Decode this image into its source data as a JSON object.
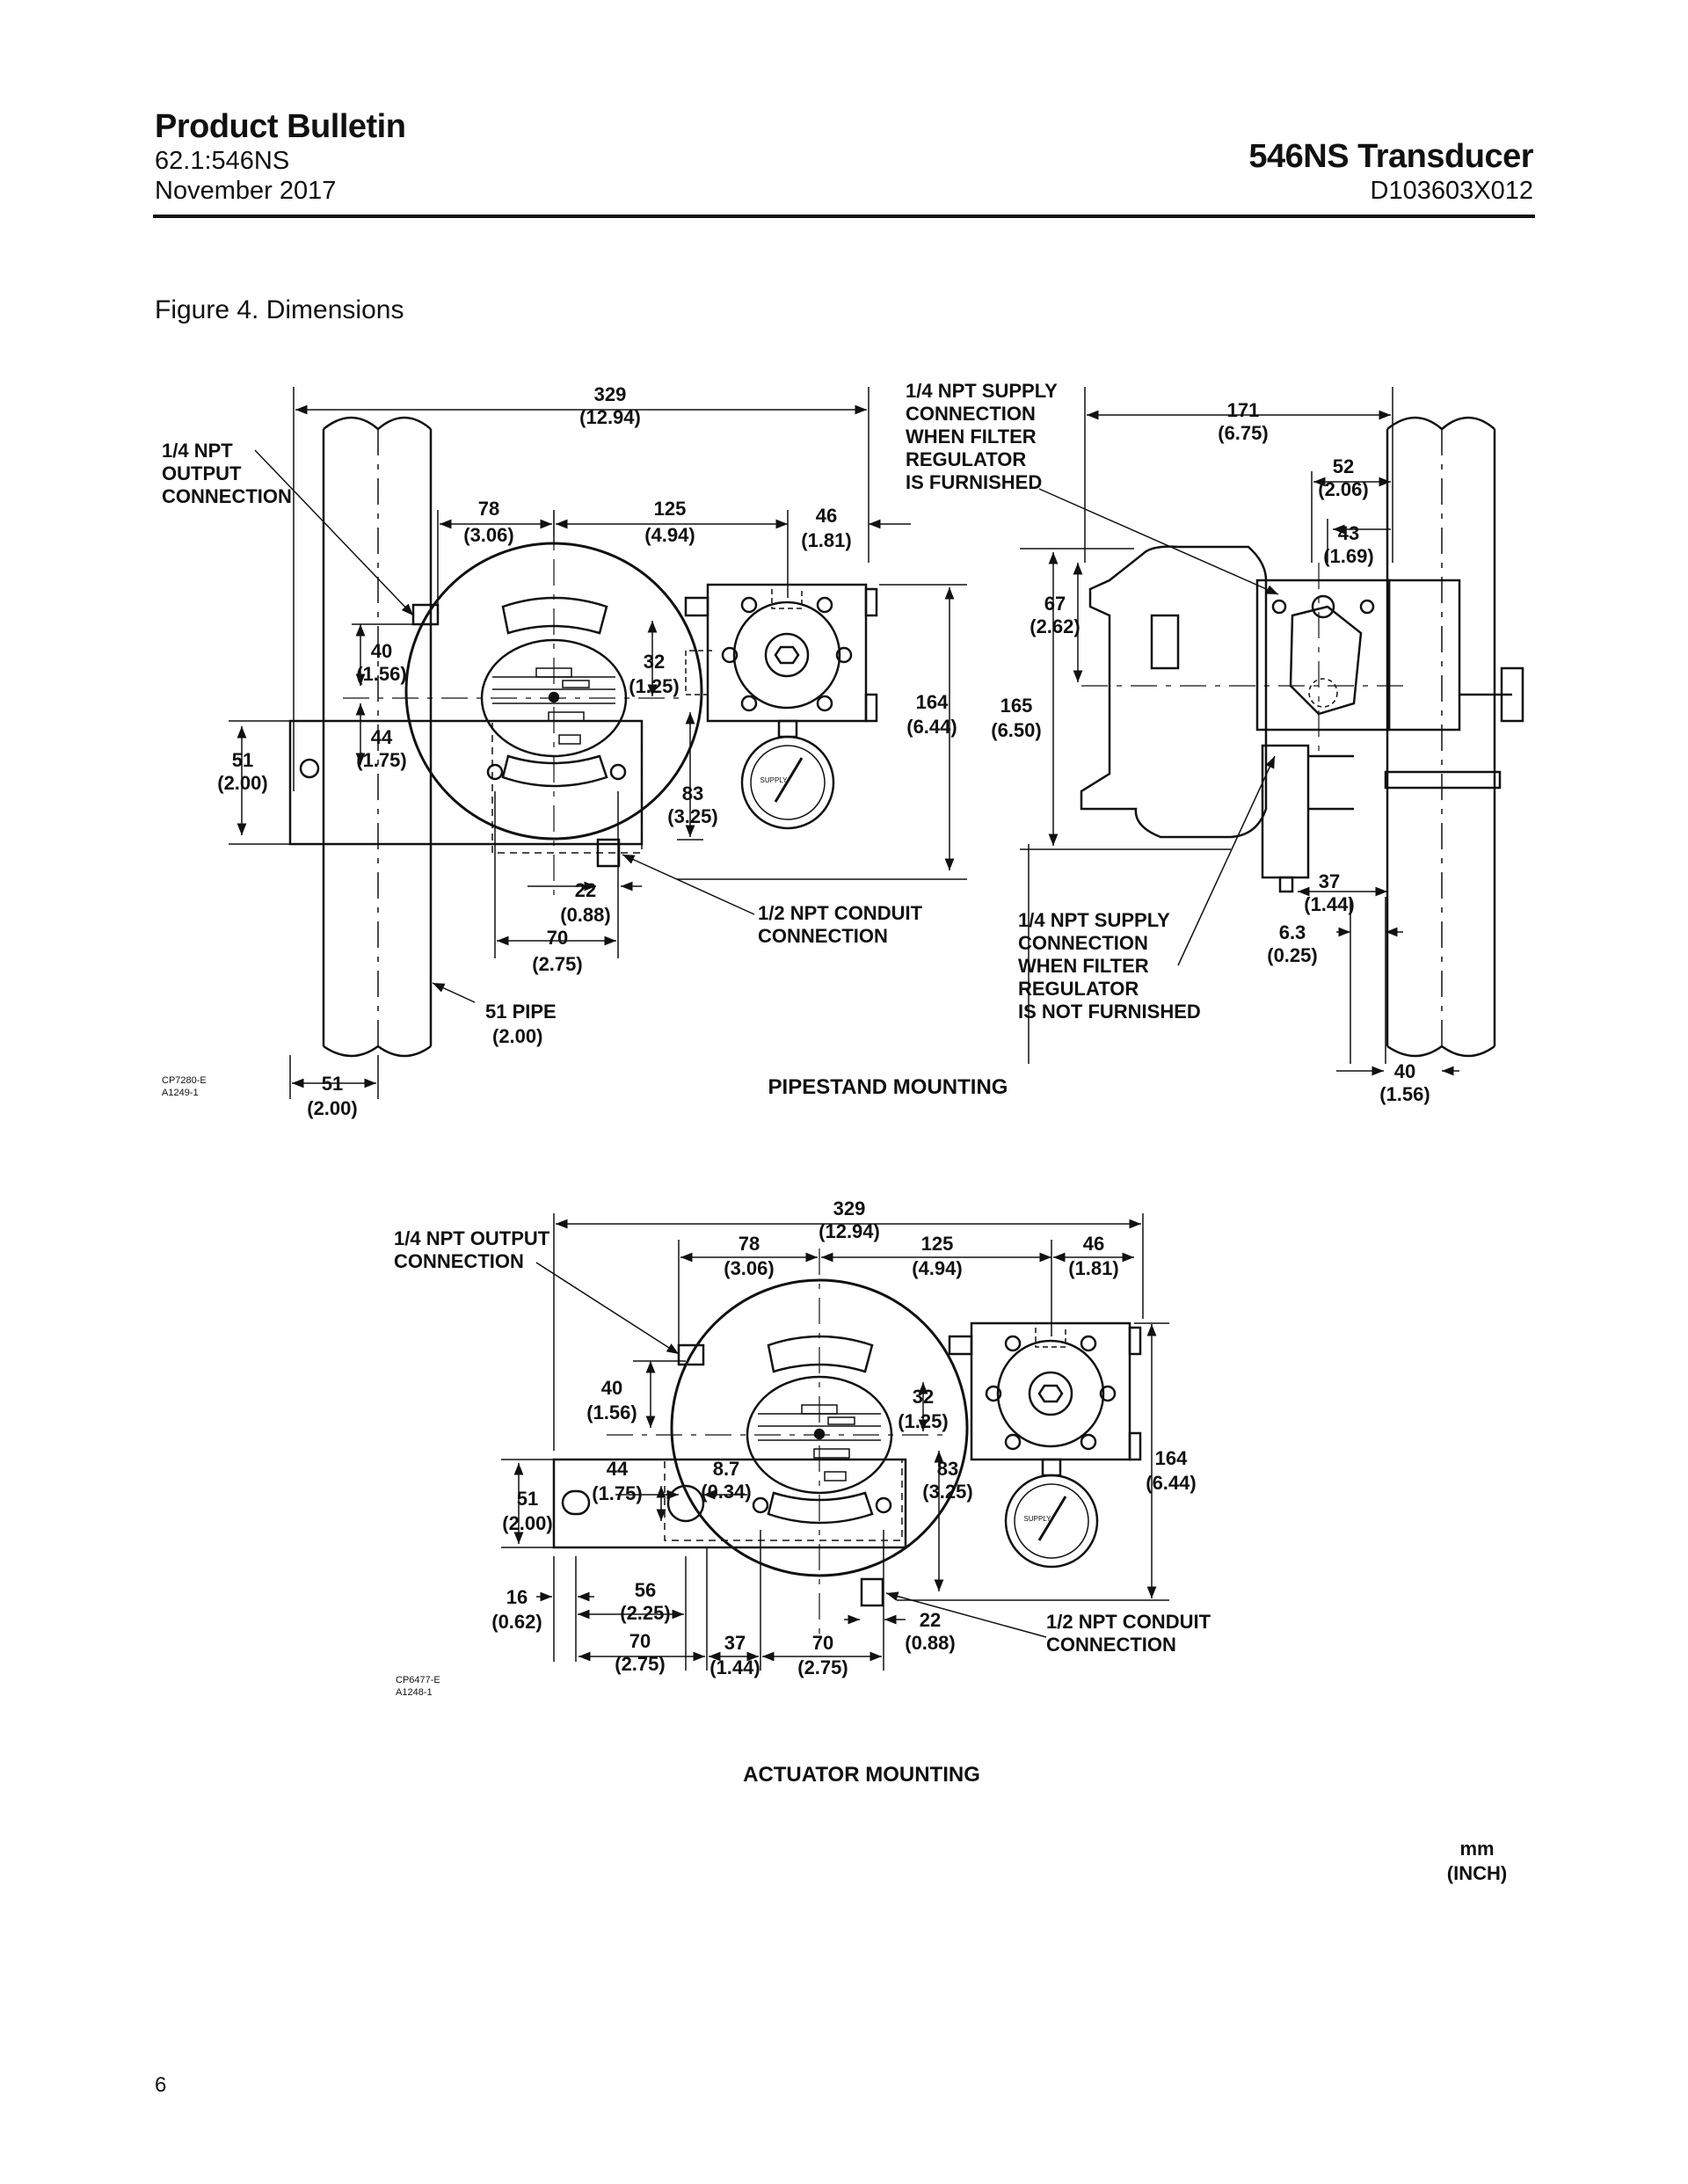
{
  "header": {
    "left_title": "Product Bulletin",
    "left_line1": "62.1:546NS",
    "left_line2": "November 2017",
    "right_title": "546NS Transducer",
    "right_line1": "D103603X012"
  },
  "figure": {
    "caption": "Figure 4. Dimensions",
    "pipestand": {
      "title": "PIPESTAND MOUNTING",
      "code1": "CP7280-E",
      "code2": "A1249-1",
      "labels": {
        "output_conn_1": "1/4 NPT",
        "output_conn_2": "OUTPUT",
        "output_conn_3": "CONNECTION",
        "supply_furn_1": "1/4 NPT SUPPLY",
        "supply_furn_2": "CONNECTION",
        "supply_furn_3": "WHEN FILTER",
        "supply_furn_4": "REGULATOR",
        "supply_furn_5": "IS FURNISHED",
        "conduit_1": "1/2 NPT CONDUIT",
        "conduit_2": "CONNECTION",
        "supply_notfurn_1": "1/4 NPT SUPPLY",
        "supply_notfurn_2": "CONNECTION",
        "supply_notfurn_3": "WHEN FILTER",
        "supply_notfurn_4": "REGULATOR",
        "supply_notfurn_5": "IS NOT FURNISHED",
        "pipe_1": "51 PIPE",
        "pipe_2": "(2.00)",
        "gauge": "SUPPLY"
      },
      "dims": {
        "d329": "329",
        "d329i": "(12.94)",
        "d78": "78",
        "d78i": "(3.06)",
        "d125": "125",
        "d125i": "(4.94)",
        "d46": "46",
        "d46i": "(1.81)",
        "d40": "40",
        "d40i": "(1.56)",
        "d32": "32",
        "d32i": "(1.25)",
        "d44": "44",
        "d44i": "(1.75)",
        "d51": "51",
        "d51i": "(2.00)",
        "d83": "83",
        "d83i": "(3.25)",
        "d164": "164",
        "d164i": "(6.44)",
        "d165": "165",
        "d165i": "(6.50)",
        "d22": "22",
        "d22i": "(0.88)",
        "d70": "70",
        "d70i": "(2.75)",
        "d51b": "51",
        "d51bi": "(2.00)",
        "d171": "171",
        "d171i": "(6.75)",
        "d52": "52",
        "d52i": "(2.06)",
        "d43": "43",
        "d43i": "(1.69)",
        "d67": "67",
        "d67i": "(2.62)",
        "d37": "37",
        "d37i": "(1.44)",
        "d63": "6.3",
        "d63i": "(0.25)",
        "d40r": "40",
        "d40ri": "(1.56)"
      }
    },
    "actuator": {
      "title": "ACTUATOR MOUNTING",
      "code1": "CP6477-E",
      "code2": "A1248-1",
      "labels": {
        "output_conn_1": "1/4 NPT OUTPUT",
        "output_conn_2": "CONNECTION",
        "conduit_1": "1/2 NPT CONDUIT",
        "conduit_2": "CONNECTION",
        "gauge": "SUPPLY"
      },
      "dims": {
        "d329": "329",
        "d329i": "(12.94)",
        "d78": "78",
        "d78i": "(3.06)",
        "d125": "125",
        "d125i": "(4.94)",
        "d46": "46",
        "d46i": "(1.81)",
        "d40": "40",
        "d40i": "(1.56)",
        "d32": "32",
        "d32i": "(1.25)",
        "d44": "44",
        "d44i": "(1.75)",
        "d87": "8.7",
        "d87i": "(0.34)",
        "d83": "83",
        "d83i": "(3.25)",
        "d164": "164",
        "d164i": "(6.44)",
        "d51": "51",
        "d51i": "(2.00)",
        "d16": "16",
        "d16i": "(0.62)",
        "d56": "56",
        "d56i": "(2.25)",
        "d22": "22",
        "d22i": "(0.88)",
        "d70a": "70",
        "d70ai": "(2.75)",
        "d37": "37",
        "d37i": "(1.44)",
        "d70b": "70",
        "d70bi": "(2.75)"
      }
    },
    "units_1": "mm",
    "units_2": "(INCH)"
  },
  "page_number": "6"
}
